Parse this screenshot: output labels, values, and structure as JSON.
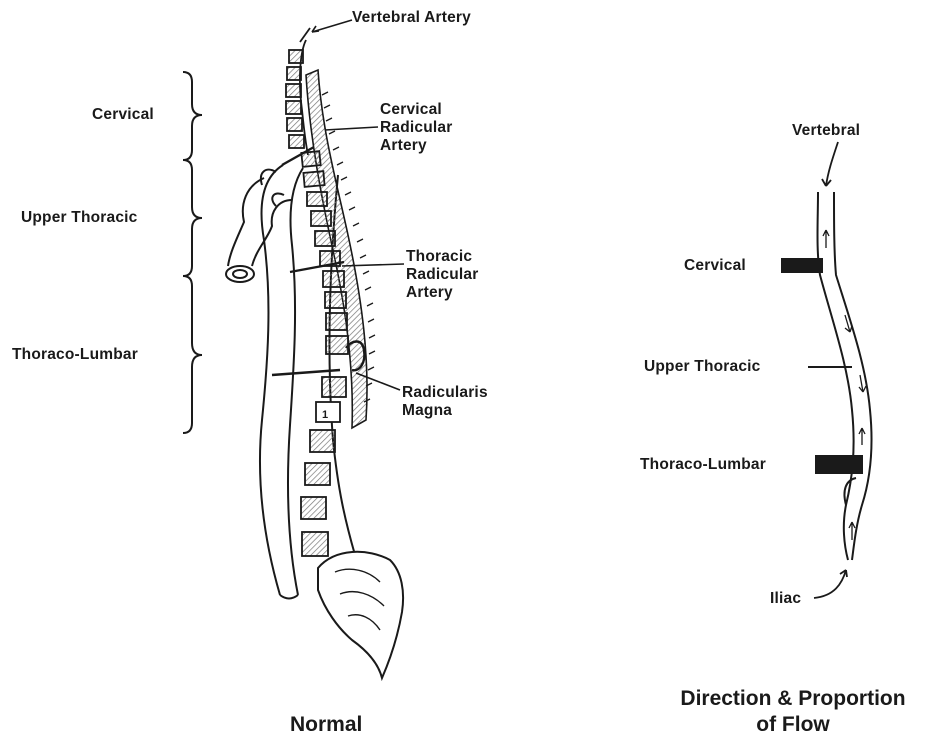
{
  "left_figure": {
    "caption": "Normal",
    "regions": {
      "cervical": "Cervical",
      "upper_thoracic": "Upper Thoracic",
      "thoraco_lumbar": "Thoraco-Lumbar"
    },
    "arteries": {
      "vertebral": "Vertebral Artery",
      "cervical_radicular": [
        "Cervical",
        "Radicular",
        "Artery"
      ],
      "thoracic_radicular": [
        "Thoracic",
        "Radicular",
        "Artery"
      ],
      "radicularis_magna": [
        "Radicularis",
        "Magna"
      ]
    }
  },
  "right_figure": {
    "caption": [
      "Direction & Proportion",
      "of Flow"
    ],
    "labels": {
      "vertebral": "Vertebral",
      "cervical": "Cervical",
      "upper_thoracic": "Upper Thoracic",
      "thoraco_lumbar": "Thoraco-Lumbar",
      "iliac": "Iliac"
    }
  },
  "colors": {
    "ink": "#1a1a1a",
    "hatch": "#8a8a8a",
    "background": "#ffffff"
  }
}
